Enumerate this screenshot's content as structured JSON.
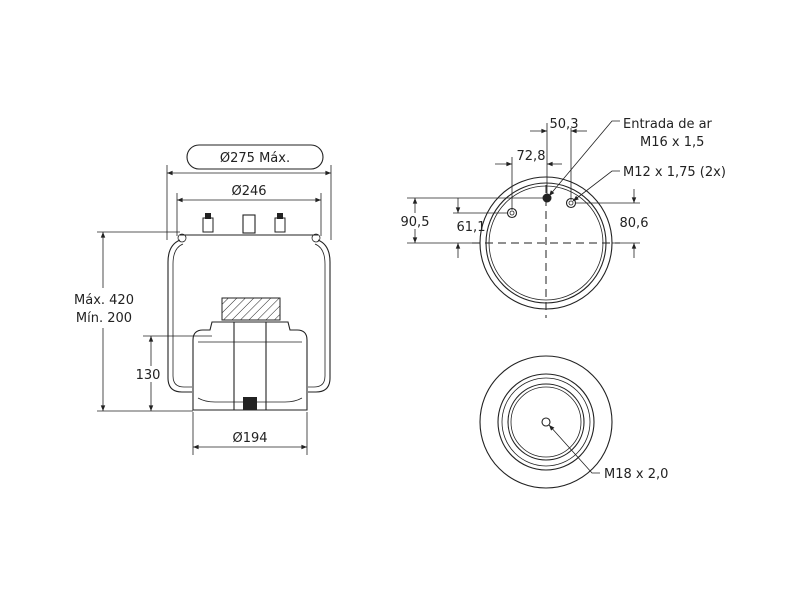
{
  "side_view": {
    "max_diameter": "Ø275 Máx.",
    "top_plate_diameter": "Ø246",
    "height_max": "Máx. 420",
    "height_min": "Mín. 200",
    "piston_height": "130",
    "piston_diameter": "Ø194"
  },
  "top_view": {
    "dim_inlet_offset": "50,3",
    "dim_stud_spacing": "72,8",
    "dim_inlet_from_center": "90,5",
    "dim_left_stud_from_center": "61,1",
    "dim_right_stud_from_center": "80,6",
    "inlet_label_line1": "Entrada de ar",
    "inlet_label_line2": "M16 x 1,5",
    "stud_label": "M12 x 1,75 (2x)"
  },
  "bottom_view": {
    "thread_label": "M18 x 2,0"
  }
}
